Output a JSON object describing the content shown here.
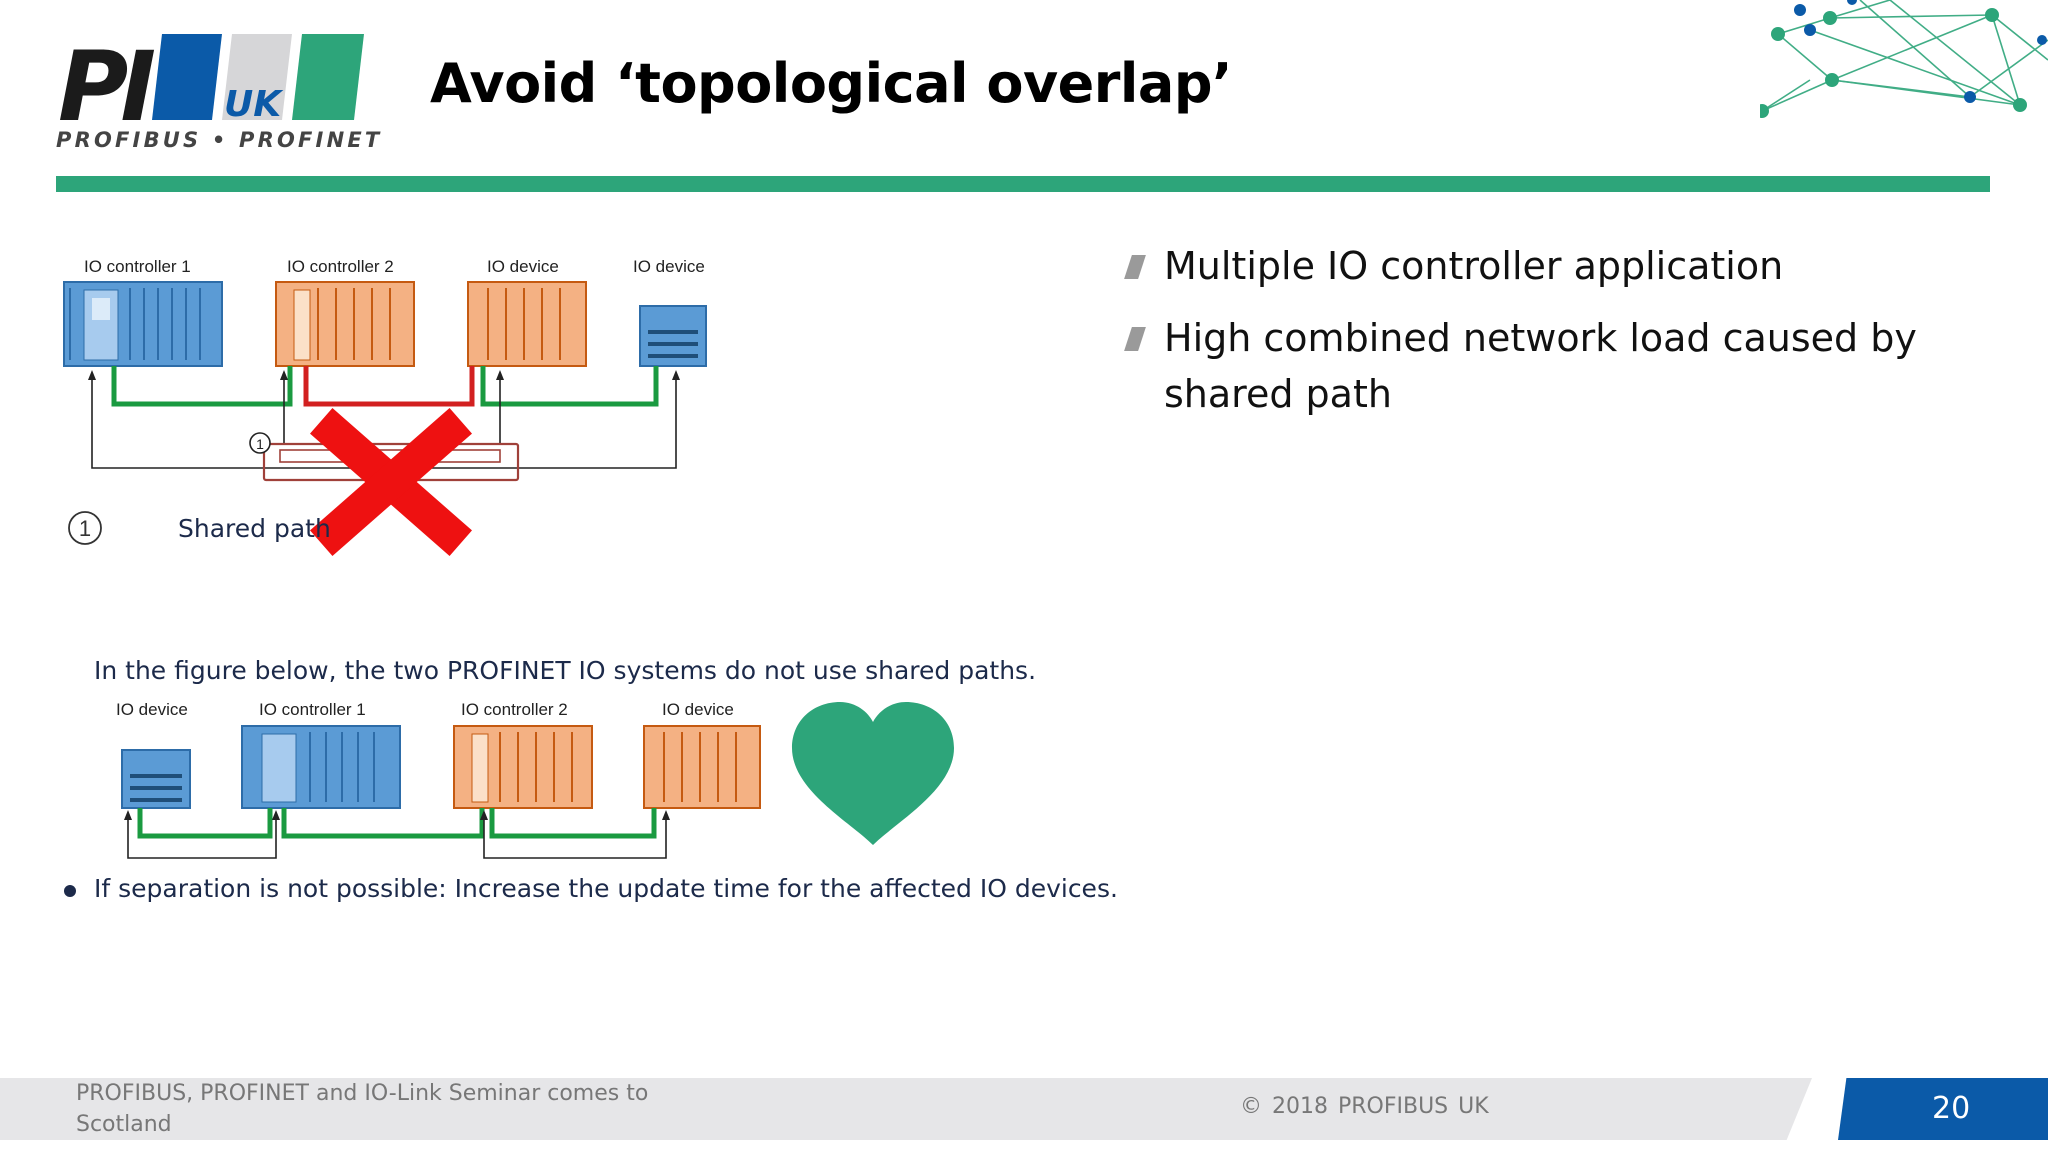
{
  "header": {
    "logo_text": "PI UK",
    "logo_tagline": "PROFIBUS • PROFINET",
    "title": "Avoid ‘topological overlap’"
  },
  "bullets": [
    "Multiple IO controller application",
    "High combined network load caused by shared path"
  ],
  "diagram_top": {
    "labels": [
      "IO controller 1",
      "IO controller 2",
      "IO device",
      "IO device"
    ],
    "callout_number": "1",
    "legend_number": "1",
    "legend_text": "Shared path"
  },
  "diagram_bottom": {
    "caption": "In the figure below, the two PROFINET IO systems do not use shared paths.",
    "labels": [
      "IO device",
      "IO controller 1",
      "IO controller 2",
      "IO device"
    ],
    "note_bullet": "•",
    "note": "If separation is not possible: Increase the update time for the affected IO devices."
  },
  "colors": {
    "brand_green": "#2da57a",
    "brand_blue": "#0b5aa8",
    "cross_red": "#ee1111",
    "link_green": "#1a9a40",
    "link_red": "#d22020"
  },
  "footer": {
    "event": "PROFIBUS, PROFINET and IO-Link Seminar comes to Scotland",
    "copyright": "© 2018   PROFIBUS UK",
    "page_number": "20"
  }
}
